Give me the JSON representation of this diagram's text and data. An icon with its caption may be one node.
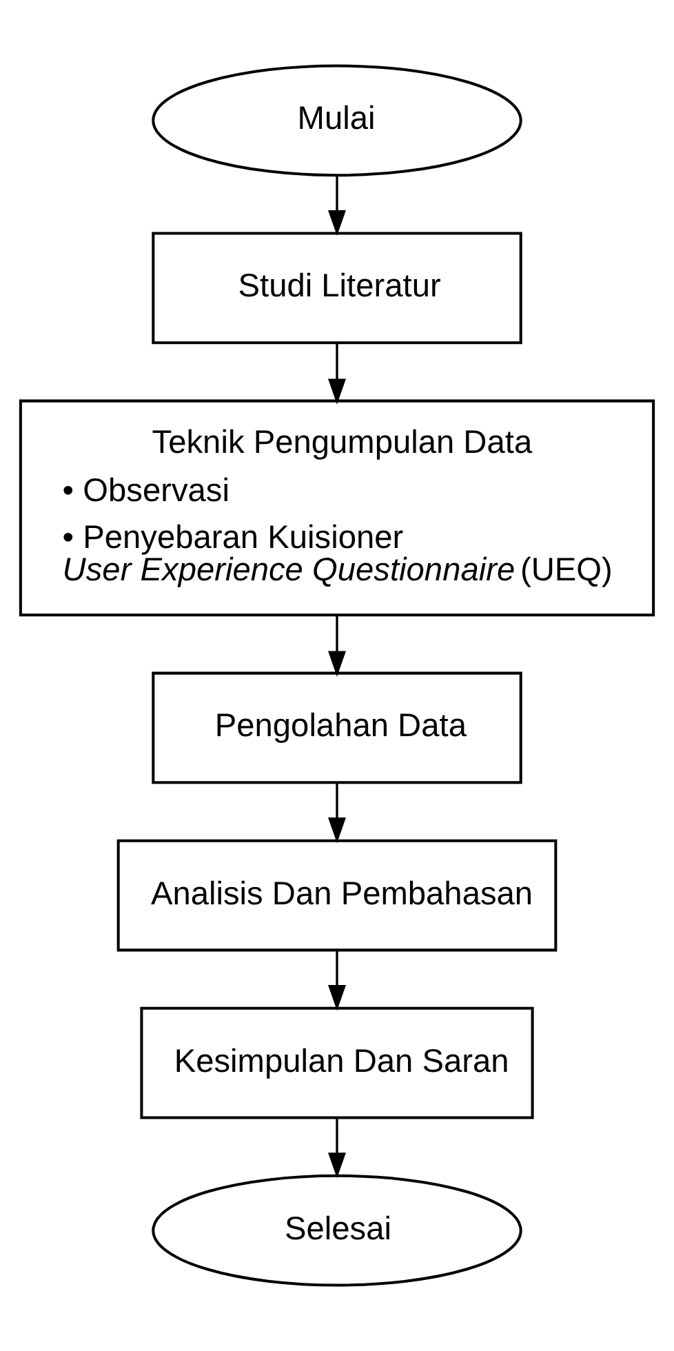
{
  "diagram": {
    "nodes": [
      {
        "text": [
          "Mulai"
        ]
      },
      {
        "text": [
          "Studi Literatur"
        ]
      },
      {
        "text": [
          "Teknik Pengumpulan Data",
          "• Observasi",
          "• Penyebaran Kuisioner *User Experience Questionnaire* (UEQ)"
        ]
      },
      {
        "text": [
          "Pengolahan Data"
        ]
      },
      {
        "text": [
          "Analisis Dan Pembahasan"
        ]
      },
      {
        "text": [
          "Kesimpulan Dan Saran"
        ]
      },
      {
        "text": [
          "Selesai"
        ]
      }
    ],
    "edges": [
      {
        "from": 0,
        "to": 1,
        "arrow": "to"
      },
      {
        "from": 1,
        "to": 2,
        "arrow": "to"
      },
      {
        "from": 2,
        "to": 3,
        "arrow": "to"
      },
      {
        "from": 3,
        "to": 4,
        "arrow": "to"
      },
      {
        "from": 4,
        "to": 5,
        "arrow": "to"
      },
      {
        "from": 5,
        "to": 6,
        "arrow": "to"
      }
    ]
  }
}
